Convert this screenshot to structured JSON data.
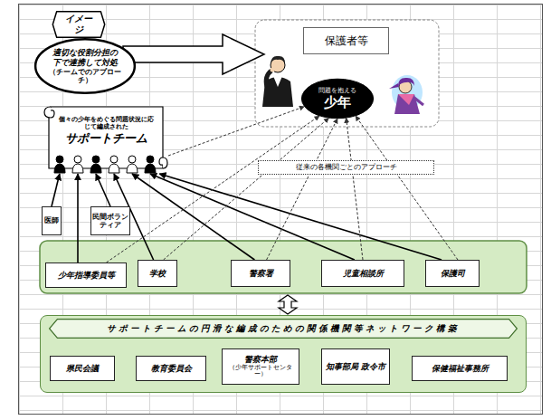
{
  "diagram": {
    "nodes": [
      {
        "text": [
          "イメージ"
        ]
      },
      {
        "text": [
          "適切な役割分担の下で連携して対処",
          "（チームでのアプローチ）"
        ]
      },
      {
        "text": [
          "保護者等"
        ]
      },
      {
        "text": [
          "問題を抱える",
          "少年"
        ]
      },
      {
        "text": [
          "個々の少年をめぐる問題状況に応じて編成された",
          "サポートチーム"
        ]
      },
      {
        "text": [
          "従来の各機関ごとのアプローチ"
        ]
      },
      {
        "text": [
          "医師"
        ]
      },
      {
        "text": [
          "民間ボランティア"
        ]
      },
      {
        "text": [
          "少年指導委員等"
        ]
      },
      {
        "text": [
          "学校"
        ]
      },
      {
        "text": [
          "警察署"
        ]
      },
      {
        "text": [
          "児童相談所"
        ]
      },
      {
        "text": [
          "保護司"
        ]
      },
      {
        "text": [
          "サポートチームの円滑な編成のための関係機関等ネットワーク構築"
        ]
      },
      {
        "text": [
          "県民会議"
        ],
        "in": 13
      },
      {
        "text": [
          "教育委員会"
        ],
        "in": 13
      },
      {
        "text": [
          "警察本部",
          "（少年サポートセンター）"
        ],
        "in": 13
      },
      {
        "text": [
          "知事部局 政令市"
        ],
        "in": 13
      },
      {
        "text": [
          "保健福祉事務所"
        ],
        "in": 13
      }
    ],
    "edges": [
      {
        "from": 6,
        "to": 4,
        "arrow": "to"
      },
      {
        "from": 7,
        "to": 4,
        "arrow": "to"
      },
      {
        "from": 8,
        "to": 4,
        "arrow": "to"
      },
      {
        "from": 9,
        "to": 4,
        "arrow": "to"
      },
      {
        "from": 10,
        "to": 4,
        "arrow": "to"
      },
      {
        "from": 11,
        "to": 4,
        "arrow": "to"
      },
      {
        "from": 12,
        "to": 4,
        "arrow": "to"
      },
      {
        "from": 8,
        "to": 3,
        "arrow": "to"
      },
      {
        "from": 9,
        "to": 3,
        "arrow": "to"
      },
      {
        "from": 10,
        "to": 3,
        "arrow": "to"
      },
      {
        "from": 11,
        "to": 3,
        "arrow": "to"
      },
      {
        "from": 12,
        "to": 3,
        "arrow": "to"
      },
      {
        "from": 4,
        "to": 3,
        "arrow": "to"
      }
    ]
  }
}
